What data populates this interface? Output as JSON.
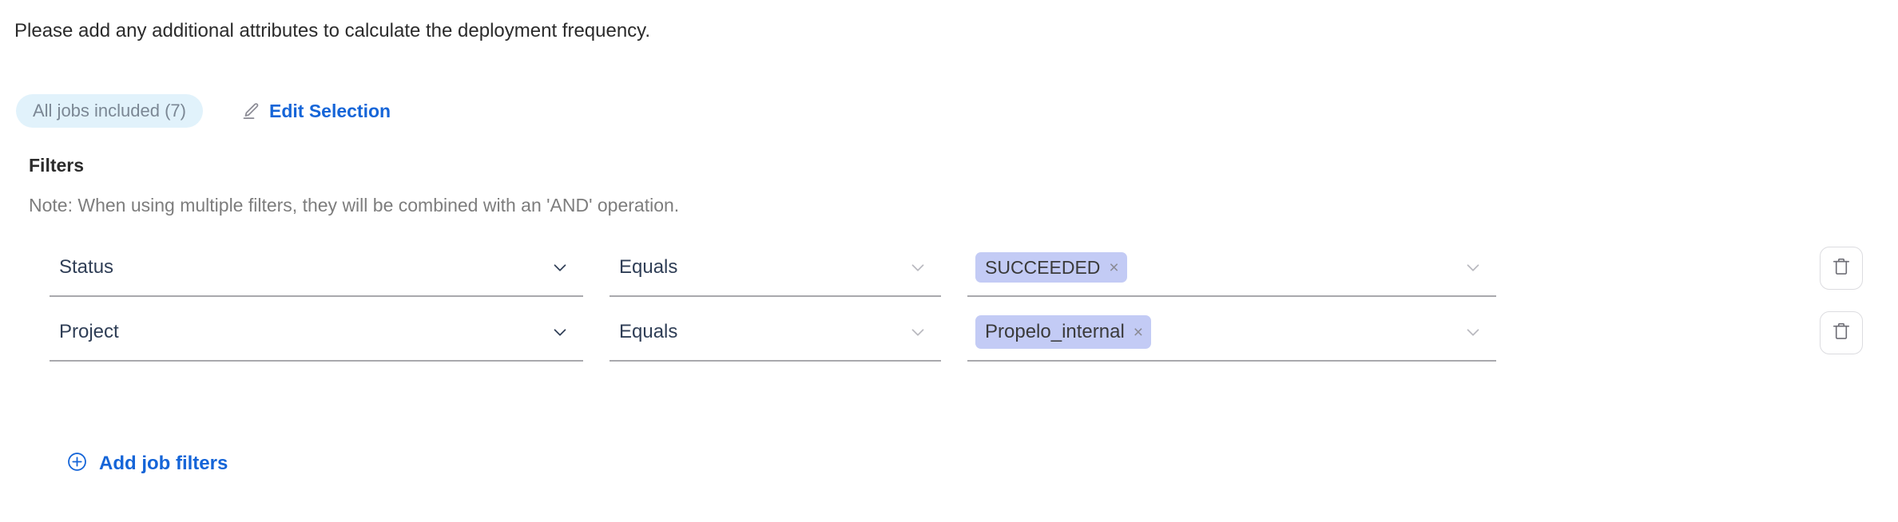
{
  "intro": {
    "text": "Please add any additional attributes to calculate the deployment frequency."
  },
  "selection": {
    "jobs_pill_label": "All jobs included (7)",
    "edit_label": "Edit Selection",
    "edit_icon": "pencil-icon"
  },
  "filters": {
    "heading": "Filters",
    "note": "Note: When using multiple filters, they will be combined with an 'AND' operation.",
    "add_label": "Add job filters",
    "add_icon": "plus-circle-icon",
    "delete_icon": "trash-icon",
    "chevron_icon": "chevron-down-icon",
    "rows": [
      {
        "attribute": "Status",
        "operator": "Equals",
        "value": "SUCCEEDED",
        "remove_glyph": "×"
      },
      {
        "attribute": "Project",
        "operator": "Equals",
        "value": "Propelo_internal",
        "remove_glyph": "×"
      }
    ]
  },
  "colors": {
    "link": "#1565d8",
    "pill_bg": "#e1f2fb",
    "pill_text": "#7b8794",
    "chip_bg": "#c3cbf5",
    "field_text": "#2f3e56",
    "note_text": "#7d7d7d",
    "underline": "#a9a9ad"
  }
}
